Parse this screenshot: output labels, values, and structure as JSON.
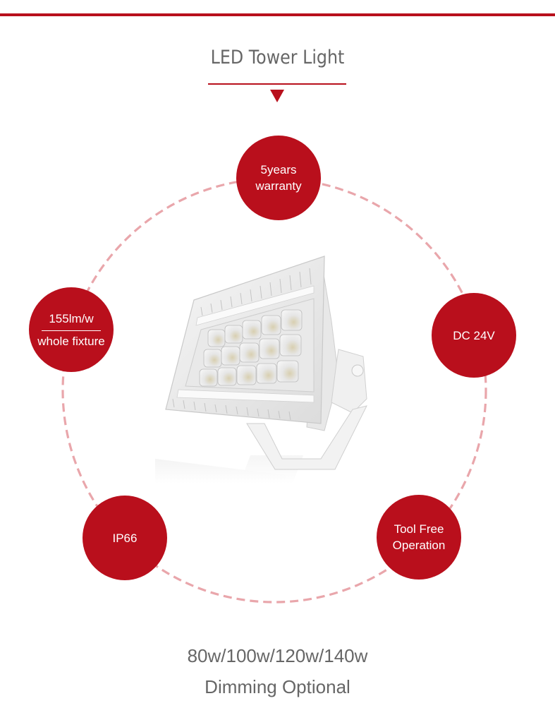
{
  "header": {
    "title": "LED Tower Light",
    "accent_color": "#b8101c"
  },
  "badges": [
    {
      "id": "warranty",
      "lines": [
        "5years",
        "warranty"
      ]
    },
    {
      "id": "efficacy",
      "lines": [
        "155lm/w",
        "whole fixture"
      ],
      "divider": true
    },
    {
      "id": "voltage",
      "lines": [
        "DC 24V"
      ]
    },
    {
      "id": "ip-rating",
      "lines": [
        "IP66"
      ]
    },
    {
      "id": "tool-free",
      "lines": [
        "Tool Free",
        "Operation"
      ]
    }
  ],
  "product": {
    "image_alt": "LED tower flood light fixture with 15 LED modules on U-bracket"
  },
  "footer": {
    "wattages": "80w/100w/120w/140w",
    "dimming": "Dimming Optional"
  },
  "colors": {
    "badge_fill": "#b90f1c",
    "ring_dash": "#e9a6ab",
    "text_gray": "#666666"
  }
}
